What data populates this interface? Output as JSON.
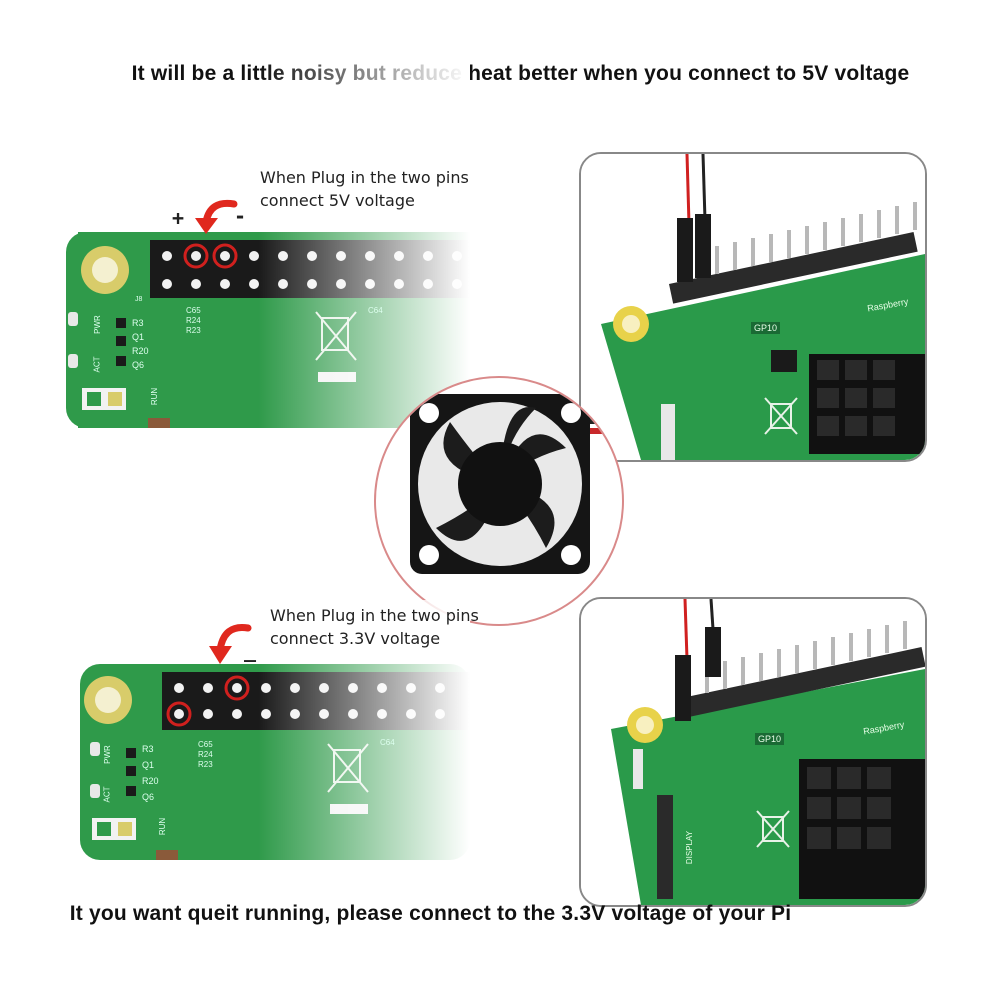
{
  "captions": {
    "top": "It will be a little noisy but reduce heat better when you connect to 5V voltage",
    "bottom": "It you want queit running, please connect to the 3.3V voltage of your Pi"
  },
  "notes": {
    "top": {
      "line1": "When Plug in the two pins",
      "line2": "connect 5V voltage"
    },
    "bottom": {
      "line1": "When Plug in the two pins",
      "line2": "connect 3.3V voltage"
    }
  },
  "signs": {
    "plus": "+",
    "minus": "-",
    "minus2": "_"
  },
  "board_labels": {
    "r3": "R3",
    "r20": "R20",
    "q1": "Q1",
    "q6": "Q6",
    "c65": "C65",
    "r24": "R24",
    "r23": "R23",
    "c64": "C64",
    "pwr": "PWR",
    "act": "ACT",
    "run": "RUN",
    "j8": "J8",
    "gp10": "GP10",
    "raspberry": "Raspberry",
    "display": "DISPLAY"
  },
  "colors": {
    "pcb_green": "#2f9a4a",
    "pcb_dark": "#1f7a3a",
    "header_black": "#1a1a1a",
    "pin_white": "#f2f2f2",
    "highlight_red": "#d0201e",
    "arrow_red": "#e0281e",
    "pad_gold": "#d8cc6a",
    "fan_black": "#151515"
  },
  "icons": {
    "arrow": "curved-down-arrow-icon",
    "recycle": "crossed-bin-icon",
    "fan": "cooling-fan-icon"
  }
}
